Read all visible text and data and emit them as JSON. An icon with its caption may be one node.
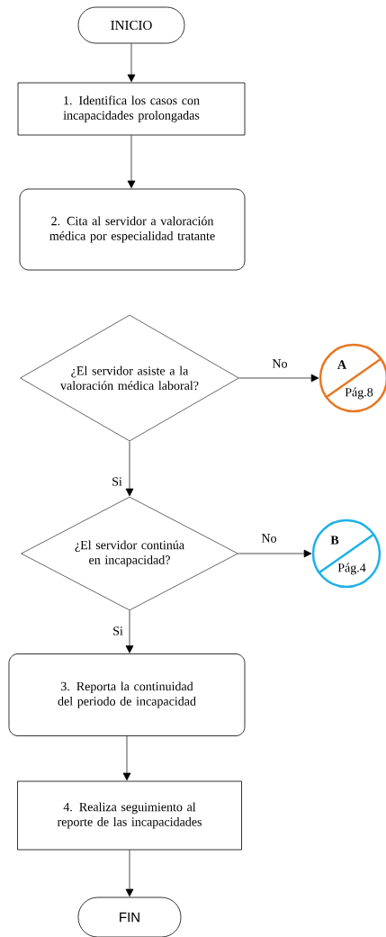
{
  "diagram": {
    "nodes": [
      {
        "text": [
          "INICIO"
        ]
      },
      {
        "text": [
          "1. Identifica los casos con incapacidades prolongadas"
        ]
      },
      {
        "text": [
          "2. Cita al servidor a valoración médica por especialidad tratante"
        ]
      },
      {
        "text": [
          "¿El servidor asiste a la valoración médica laboral?"
        ]
      },
      {
        "text": [
          "A",
          "Pág.8"
        ]
      },
      {
        "text": [
          "¿El servidor continúa en incapacidad?"
        ]
      },
      {
        "text": [
          "B",
          "Pág.4"
        ]
      },
      {
        "text": [
          "3. Reporta la continuidad del periodo de incapacidad"
        ]
      },
      {
        "text": [
          "4. Realiza seguimiento al reporte de las incapacidades"
        ]
      },
      {
        "text": [
          "FIN"
        ]
      }
    ],
    "edges": [
      {
        "from": 0,
        "to": 1,
        "arrow": "to"
      },
      {
        "from": 1,
        "to": 2,
        "arrow": "to"
      },
      {
        "from": 3,
        "to": 4,
        "arrow": "to",
        "label": "No"
      },
      {
        "from": 3,
        "to": 5,
        "arrow": "to",
        "label": "Si"
      },
      {
        "from": 5,
        "to": 6,
        "arrow": "to",
        "label": "No"
      },
      {
        "from": 5,
        "to": 7,
        "arrow": "to",
        "label": "Si"
      },
      {
        "from": 7,
        "to": 8,
        "arrow": "to"
      },
      {
        "from": 8,
        "to": 9,
        "arrow": "to"
      }
    ]
  }
}
